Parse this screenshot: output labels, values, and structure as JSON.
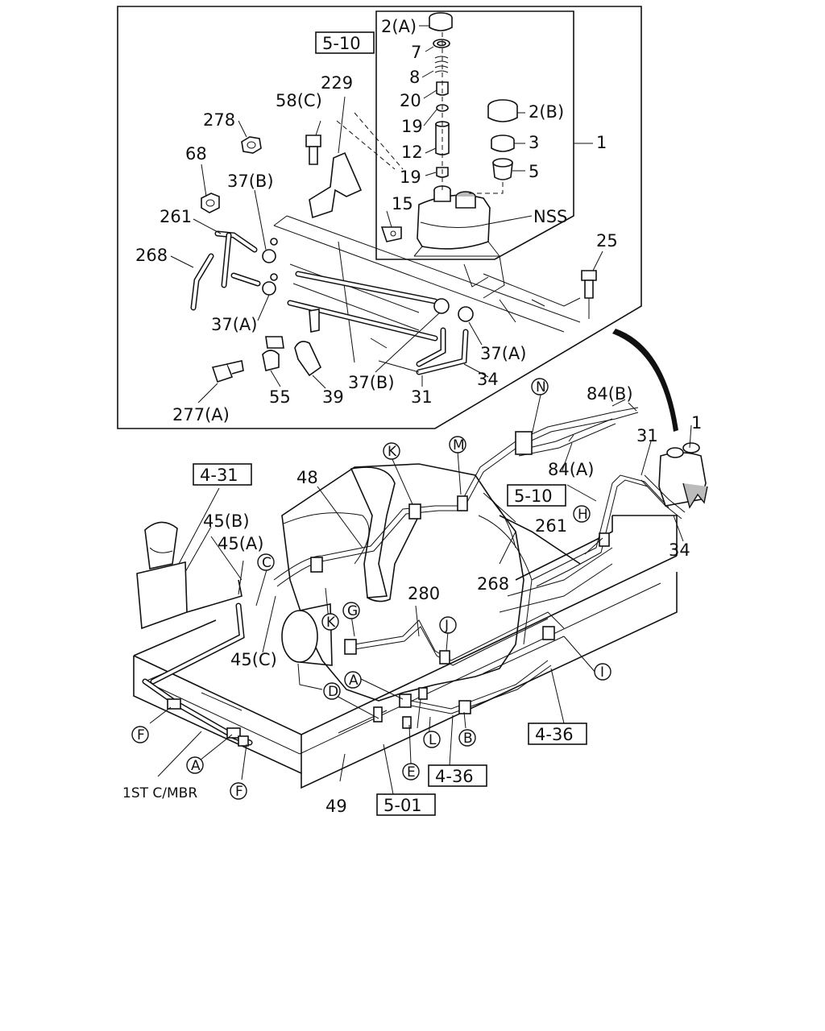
{
  "inset_labels": {
    "p2a": "2(A)",
    "p7": "7",
    "p8": "8",
    "p20": "20",
    "p19a": "19",
    "p12": "12",
    "p19b": "19",
    "p2b": "2(B)",
    "p3": "3",
    "p5": "5",
    "p1": "1",
    "p15": "15",
    "nss": "NSS",
    "p25": "25",
    "p229": "229",
    "p58c": "58(C)",
    "p278": "278",
    "p68": "68",
    "p37b_top": "37(B)",
    "p261": "261",
    "p268": "268",
    "p37a_left": "37(A)",
    "p37a_right": "37(A)",
    "p277a": "277(A)",
    "p55": "55",
    "p39": "39",
    "p37b_bottom": "37(B)",
    "p31": "31",
    "p34": "34"
  },
  "inset_refs": {
    "ref_5_10": "5-10"
  },
  "main_labels": {
    "p48": "48",
    "p45b": "45(B)",
    "p45a": "45(A)",
    "p45c": "45(C)",
    "p84b": "84(B)",
    "p84a": "84(A)",
    "p31": "31",
    "p1": "1",
    "p34": "34",
    "p261": "261",
    "p268": "268",
    "p280": "280",
    "p49": "49",
    "first_cmbr": "1ST C/MBR"
  },
  "main_refs": {
    "ref_4_31": "4-31",
    "ref_5_10": "5-10",
    "ref_4_36_right": "4-36",
    "ref_4_36_mid": "4-36",
    "ref_5_01": "5-01"
  },
  "callouts": {
    "N": "N",
    "K_top": "K",
    "M": "M",
    "C": "C",
    "H": "H",
    "K_low": "K",
    "G": "G",
    "J": "J",
    "I": "I",
    "A_mid": "A",
    "D": "D",
    "L": "L",
    "B": "B",
    "E": "E",
    "F_left": "F",
    "A_left": "A",
    "F_bot": "F"
  }
}
